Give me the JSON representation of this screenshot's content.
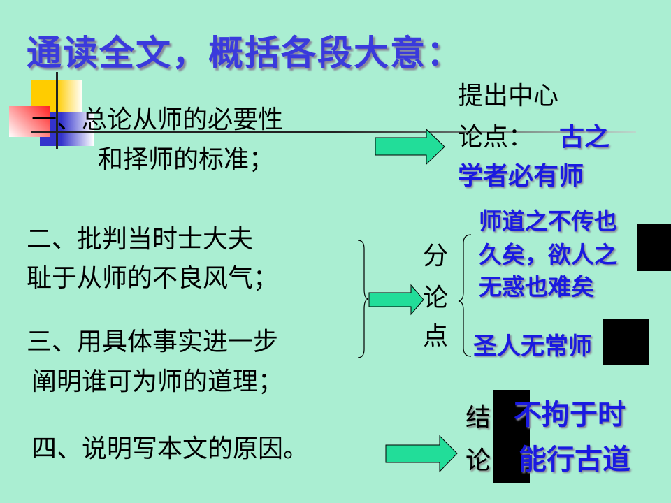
{
  "title": "通读全文，概括各段大意：",
  "sections": [
    {
      "lines": [
        "一、总论从师的必要性",
        "和择师的标准；"
      ]
    },
    {
      "lines": [
        "二、批判当时士大夫",
        "耻于从师的不良风气；"
      ]
    },
    {
      "lines": [
        "三、用具体事实进一步",
        "阐明谁可为师的道理；"
      ]
    },
    {
      "lines": [
        "四、说明写本文的原因。"
      ]
    }
  ],
  "central_point": {
    "label_1": "提出中心",
    "label_2": "论点：",
    "quote_1": "古之",
    "quote_2": "学者必有师"
  },
  "sub_points": {
    "label": [
      "分",
      "论",
      "点"
    ],
    "point_1": [
      "师道之不传也",
      "久矣，欲人之",
      "无惑也难矣"
    ],
    "point_2": "圣人无常师"
  },
  "conclusion": {
    "label": [
      "结",
      "论"
    ],
    "lines": [
      "不拘于时",
      "能行古道"
    ]
  },
  "colors": {
    "background": "#aaeed2",
    "title": "#3a3adc",
    "quote": "#1a1ae0",
    "arrow": "#22dd99"
  }
}
